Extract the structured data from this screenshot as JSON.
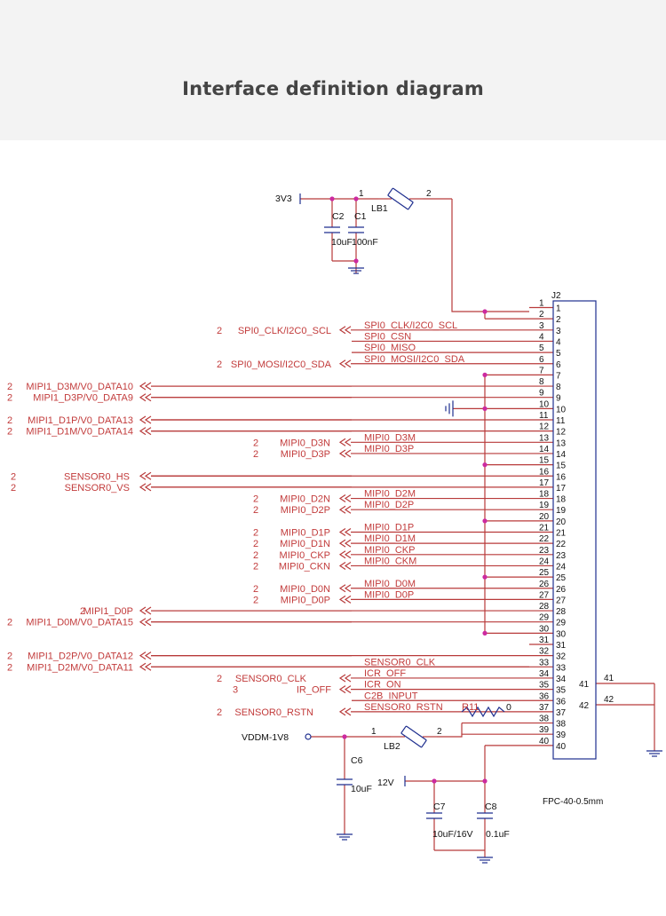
{
  "header": {
    "title": "Interface definition diagram"
  },
  "colors": {
    "wire": "#b83a3a",
    "part": "#1f2f8f",
    "text_red": "#c23b3b",
    "junction": "#cc2aa0",
    "header_bg": "#f3f3f3"
  },
  "connector": {
    "ref": "J2",
    "package": "FPC-40-0.5mm",
    "pins": [
      {
        "n": "1",
        "net": ""
      },
      {
        "n": "2",
        "net": ""
      },
      {
        "n": "3",
        "net": "SPI0_CLK/I2C0_SCL"
      },
      {
        "n": "4",
        "net": "SPI0_CSN"
      },
      {
        "n": "5",
        "net": "SPI0_MISO"
      },
      {
        "n": "6",
        "net": "SPI0_MOSI/I2C0_SDA"
      },
      {
        "n": "7",
        "net": ""
      },
      {
        "n": "8",
        "net": ""
      },
      {
        "n": "9",
        "net": ""
      },
      {
        "n": "10",
        "net": ""
      },
      {
        "n": "11",
        "net": ""
      },
      {
        "n": "12",
        "net": ""
      },
      {
        "n": "13",
        "net": "MIPI0_D3M"
      },
      {
        "n": "14",
        "net": "MIPI0_D3P"
      },
      {
        "n": "15",
        "net": ""
      },
      {
        "n": "16",
        "net": ""
      },
      {
        "n": "17",
        "net": ""
      },
      {
        "n": "18",
        "net": "MIPI0_D2M"
      },
      {
        "n": "19",
        "net": "MIPI0_D2P"
      },
      {
        "n": "20",
        "net": ""
      },
      {
        "n": "21",
        "net": "MIPI0_D1P"
      },
      {
        "n": "22",
        "net": "MIPI0_D1M"
      },
      {
        "n": "23",
        "net": "MIPI0_CKP"
      },
      {
        "n": "24",
        "net": "MIPI0_CKM"
      },
      {
        "n": "25",
        "net": ""
      },
      {
        "n": "26",
        "net": "MIPI0_D0M"
      },
      {
        "n": "27",
        "net": "MIPI0_D0P"
      },
      {
        "n": "28",
        "net": ""
      },
      {
        "n": "29",
        "net": ""
      },
      {
        "n": "30",
        "net": ""
      },
      {
        "n": "31",
        "net": ""
      },
      {
        "n": "32",
        "net": ""
      },
      {
        "n": "33",
        "net": "SENSOR0_CLK"
      },
      {
        "n": "34",
        "net": "ICR_OFF"
      },
      {
        "n": "35",
        "net": "ICR_ON"
      },
      {
        "n": "36",
        "net": "C2B_INPUT"
      },
      {
        "n": "37",
        "net": "SENSOR0_RSTN"
      },
      {
        "n": "38",
        "net": ""
      },
      {
        "n": "39",
        "net": ""
      },
      {
        "n": "40",
        "net": ""
      }
    ],
    "extra_pins": [
      {
        "inner": "41",
        "outer": "41"
      },
      {
        "inner": "42",
        "outer": "42"
      }
    ]
  },
  "offpage": [
    {
      "pin": "3",
      "sheet": "2",
      "label": "SPI0_CLK/I2C0_SCL"
    },
    {
      "pin": "6",
      "sheet": "2",
      "label": "SPI0_MOSI/I2C0_SDA"
    },
    {
      "pin": "8",
      "sheet": "2",
      "label": "MIPI1_D3M/V0_DATA10"
    },
    {
      "pin": "9",
      "sheet": "2",
      "label": "MIPI1_D3P/V0_DATA9"
    },
    {
      "pin": "11",
      "sheet": "2",
      "label": "MIPI1_D1P/V0_DATA13"
    },
    {
      "pin": "12",
      "sheet": "2",
      "label": "MIPI1_D1M/V0_DATA14"
    },
    {
      "pin": "13",
      "sheet": "2",
      "label": "MIPI0_D3N"
    },
    {
      "pin": "14",
      "sheet": "2",
      "label": "MIPI0_D3P"
    },
    {
      "pin": "16",
      "sheet": "2",
      "label": "SENSOR0_HS"
    },
    {
      "pin": "17",
      "sheet": "2",
      "label": "SENSOR0_VS"
    },
    {
      "pin": "18",
      "sheet": "2",
      "label": "MIPI0_D2N"
    },
    {
      "pin": "19",
      "sheet": "2",
      "label": "MIPI0_D2P"
    },
    {
      "pin": "21",
      "sheet": "2",
      "label": "MIPI0_D1P"
    },
    {
      "pin": "22",
      "sheet": "2",
      "label": "MIPI0_D1N"
    },
    {
      "pin": "23",
      "sheet": "2",
      "label": "MIPI0_CKP"
    },
    {
      "pin": "24",
      "sheet": "2",
      "label": "MIPI0_CKN"
    },
    {
      "pin": "26",
      "sheet": "2",
      "label": "MIPI0_D0N"
    },
    {
      "pin": "27",
      "sheet": "2",
      "label": "MIPI0_D0P"
    },
    {
      "pin": "28",
      "sheet": "2",
      "label": "MIPI1_D0P"
    },
    {
      "pin": "29",
      "sheet": "2",
      "label": "MIPI1_D0M/V0_DATA15"
    },
    {
      "pin": "32",
      "sheet": "2",
      "label": "MIPI1_D2P/V0_DATA12"
    },
    {
      "pin": "33",
      "sheet": "2",
      "label": "MIPI1_D2M/V0_DATA11"
    },
    {
      "pin": "34",
      "sheet": "2",
      "label": "SENSOR0_CLK"
    },
    {
      "pin": "35",
      "sheet": "3",
      "label": "IR_OFF"
    },
    {
      "pin": "37",
      "sheet": "2",
      "label": "SENSOR0_RSTN"
    }
  ],
  "power": {
    "v3v3": "3V3",
    "vddm": "VDDM-1V8",
    "v12": "12V"
  },
  "parts": {
    "lb1": {
      "ref": "LB1",
      "p1": "1",
      "p2": "2"
    },
    "lb2": {
      "ref": "LB2",
      "p1": "1",
      "p2": "2"
    },
    "c1": {
      "ref": "C1",
      "value": "100nF"
    },
    "c2": {
      "ref": "C2",
      "value": "10uF"
    },
    "c6": {
      "ref": "C6",
      "value": "10uF"
    },
    "c7": {
      "ref": "C7",
      "value": "10uF/16V"
    },
    "c8": {
      "ref": "C8",
      "value": "0.1uF"
    },
    "r11": {
      "ref": "R11",
      "value": "0"
    }
  }
}
